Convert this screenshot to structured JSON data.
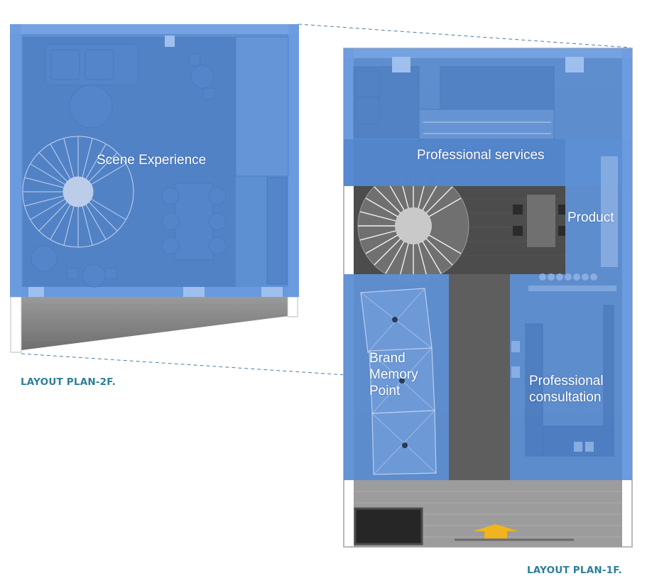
{
  "captions": {
    "plan_2f": "LAYOUT PLAN-2F.",
    "plan_1f": "LAYOUT PLAN-1F."
  },
  "zones": {
    "scene_experience": "Scene Experience",
    "professional_services": "Professional services",
    "product": "Product",
    "brand_memory_line1": "Brand",
    "brand_memory_line2": "Memory",
    "brand_memory_line3": "Point",
    "professional_consultation_line1": "Professional",
    "professional_consultation_line2": "consultation"
  },
  "colors": {
    "zone_overlay": "#5a8fd6",
    "caption": "#2d7f9a",
    "entrance_arrow": "#f2b41c",
    "connector": "#4a7da8"
  },
  "icons": {
    "entrance_arrow": "arrow-up-icon"
  }
}
